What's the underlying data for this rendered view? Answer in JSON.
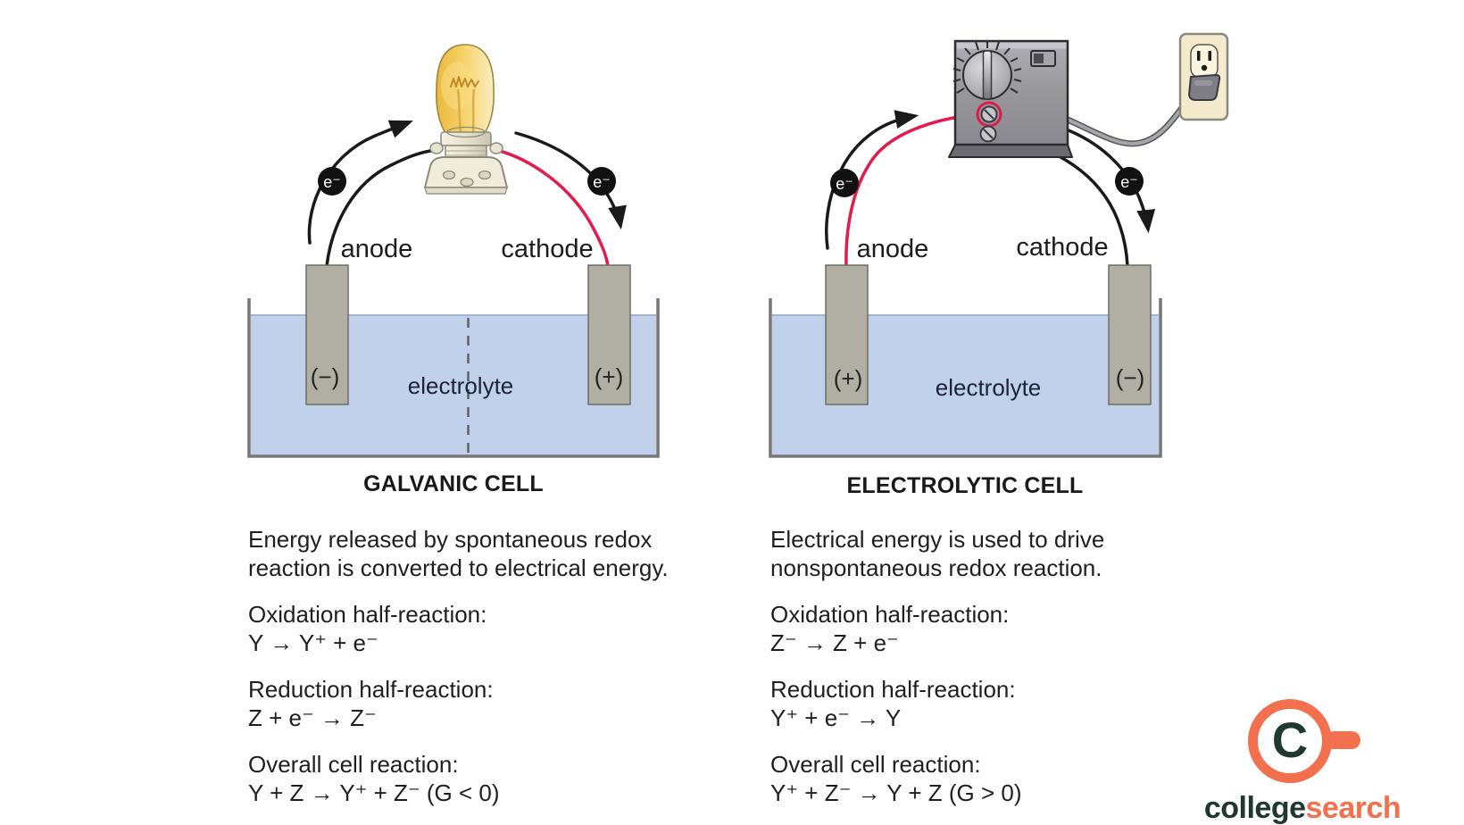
{
  "galvanic": {
    "title": "GALVANIC CELL",
    "description_line1": "Energy released by spontaneous redox",
    "description_line2": "reaction is converted to electrical energy.",
    "anode_label": "anode",
    "cathode_label": "cathode",
    "anode_sign": "(−)",
    "cathode_sign": "(+)",
    "electrolyte_label": "electrolyte",
    "electron_left": "e⁻",
    "electron_right": "e⁻",
    "sections": [
      {
        "heading": "Oxidation half-reaction:",
        "equation": "Y → Y⁺ + e⁻"
      },
      {
        "heading": "Reduction half-reaction:",
        "equation": "Z + e⁻ → Z⁻"
      },
      {
        "heading": "Overall cell reaction:",
        "equation": "Y + Z → Y⁺ + Z⁻ (G < 0)"
      }
    ]
  },
  "electrolytic": {
    "title": "ELECTROLYTIC CELL",
    "description_line1": "Electrical energy is used to drive",
    "description_line2": "nonspontaneous redox reaction.",
    "anode_label": "anode",
    "cathode_label": "cathode",
    "anode_sign": "(+)",
    "cathode_sign": "(−)",
    "electrolyte_label": "electrolyte",
    "electron_left": "e⁻",
    "electron_right": "e⁻",
    "sections": [
      {
        "heading": "Oxidation half-reaction:",
        "equation": "Z⁻ → Z + e⁻"
      },
      {
        "heading": "Reduction half-reaction:",
        "equation": "Y⁺ + e⁻ → Y"
      },
      {
        "heading": "Overall cell reaction:",
        "equation": "Y⁺ + Z⁻ → Y + Z (G > 0)"
      }
    ]
  },
  "logo": {
    "text_primary": "college",
    "text_secondary": "search",
    "monogram": "C"
  },
  "colors": {
    "electrolyte_blue": "#C1D1EA",
    "liquid_edge": "#A3B4D3",
    "electrode_gray": "#B1AFA4",
    "wire_red": "#E31B4C",
    "wire_black": "#1A1A1A",
    "bulb_yellow": "#F5D166",
    "box_gray": "#98979C",
    "outlet_cream": "#F3EACD",
    "logo_orange": "#F2704D",
    "logo_dark": "#20392F"
  }
}
